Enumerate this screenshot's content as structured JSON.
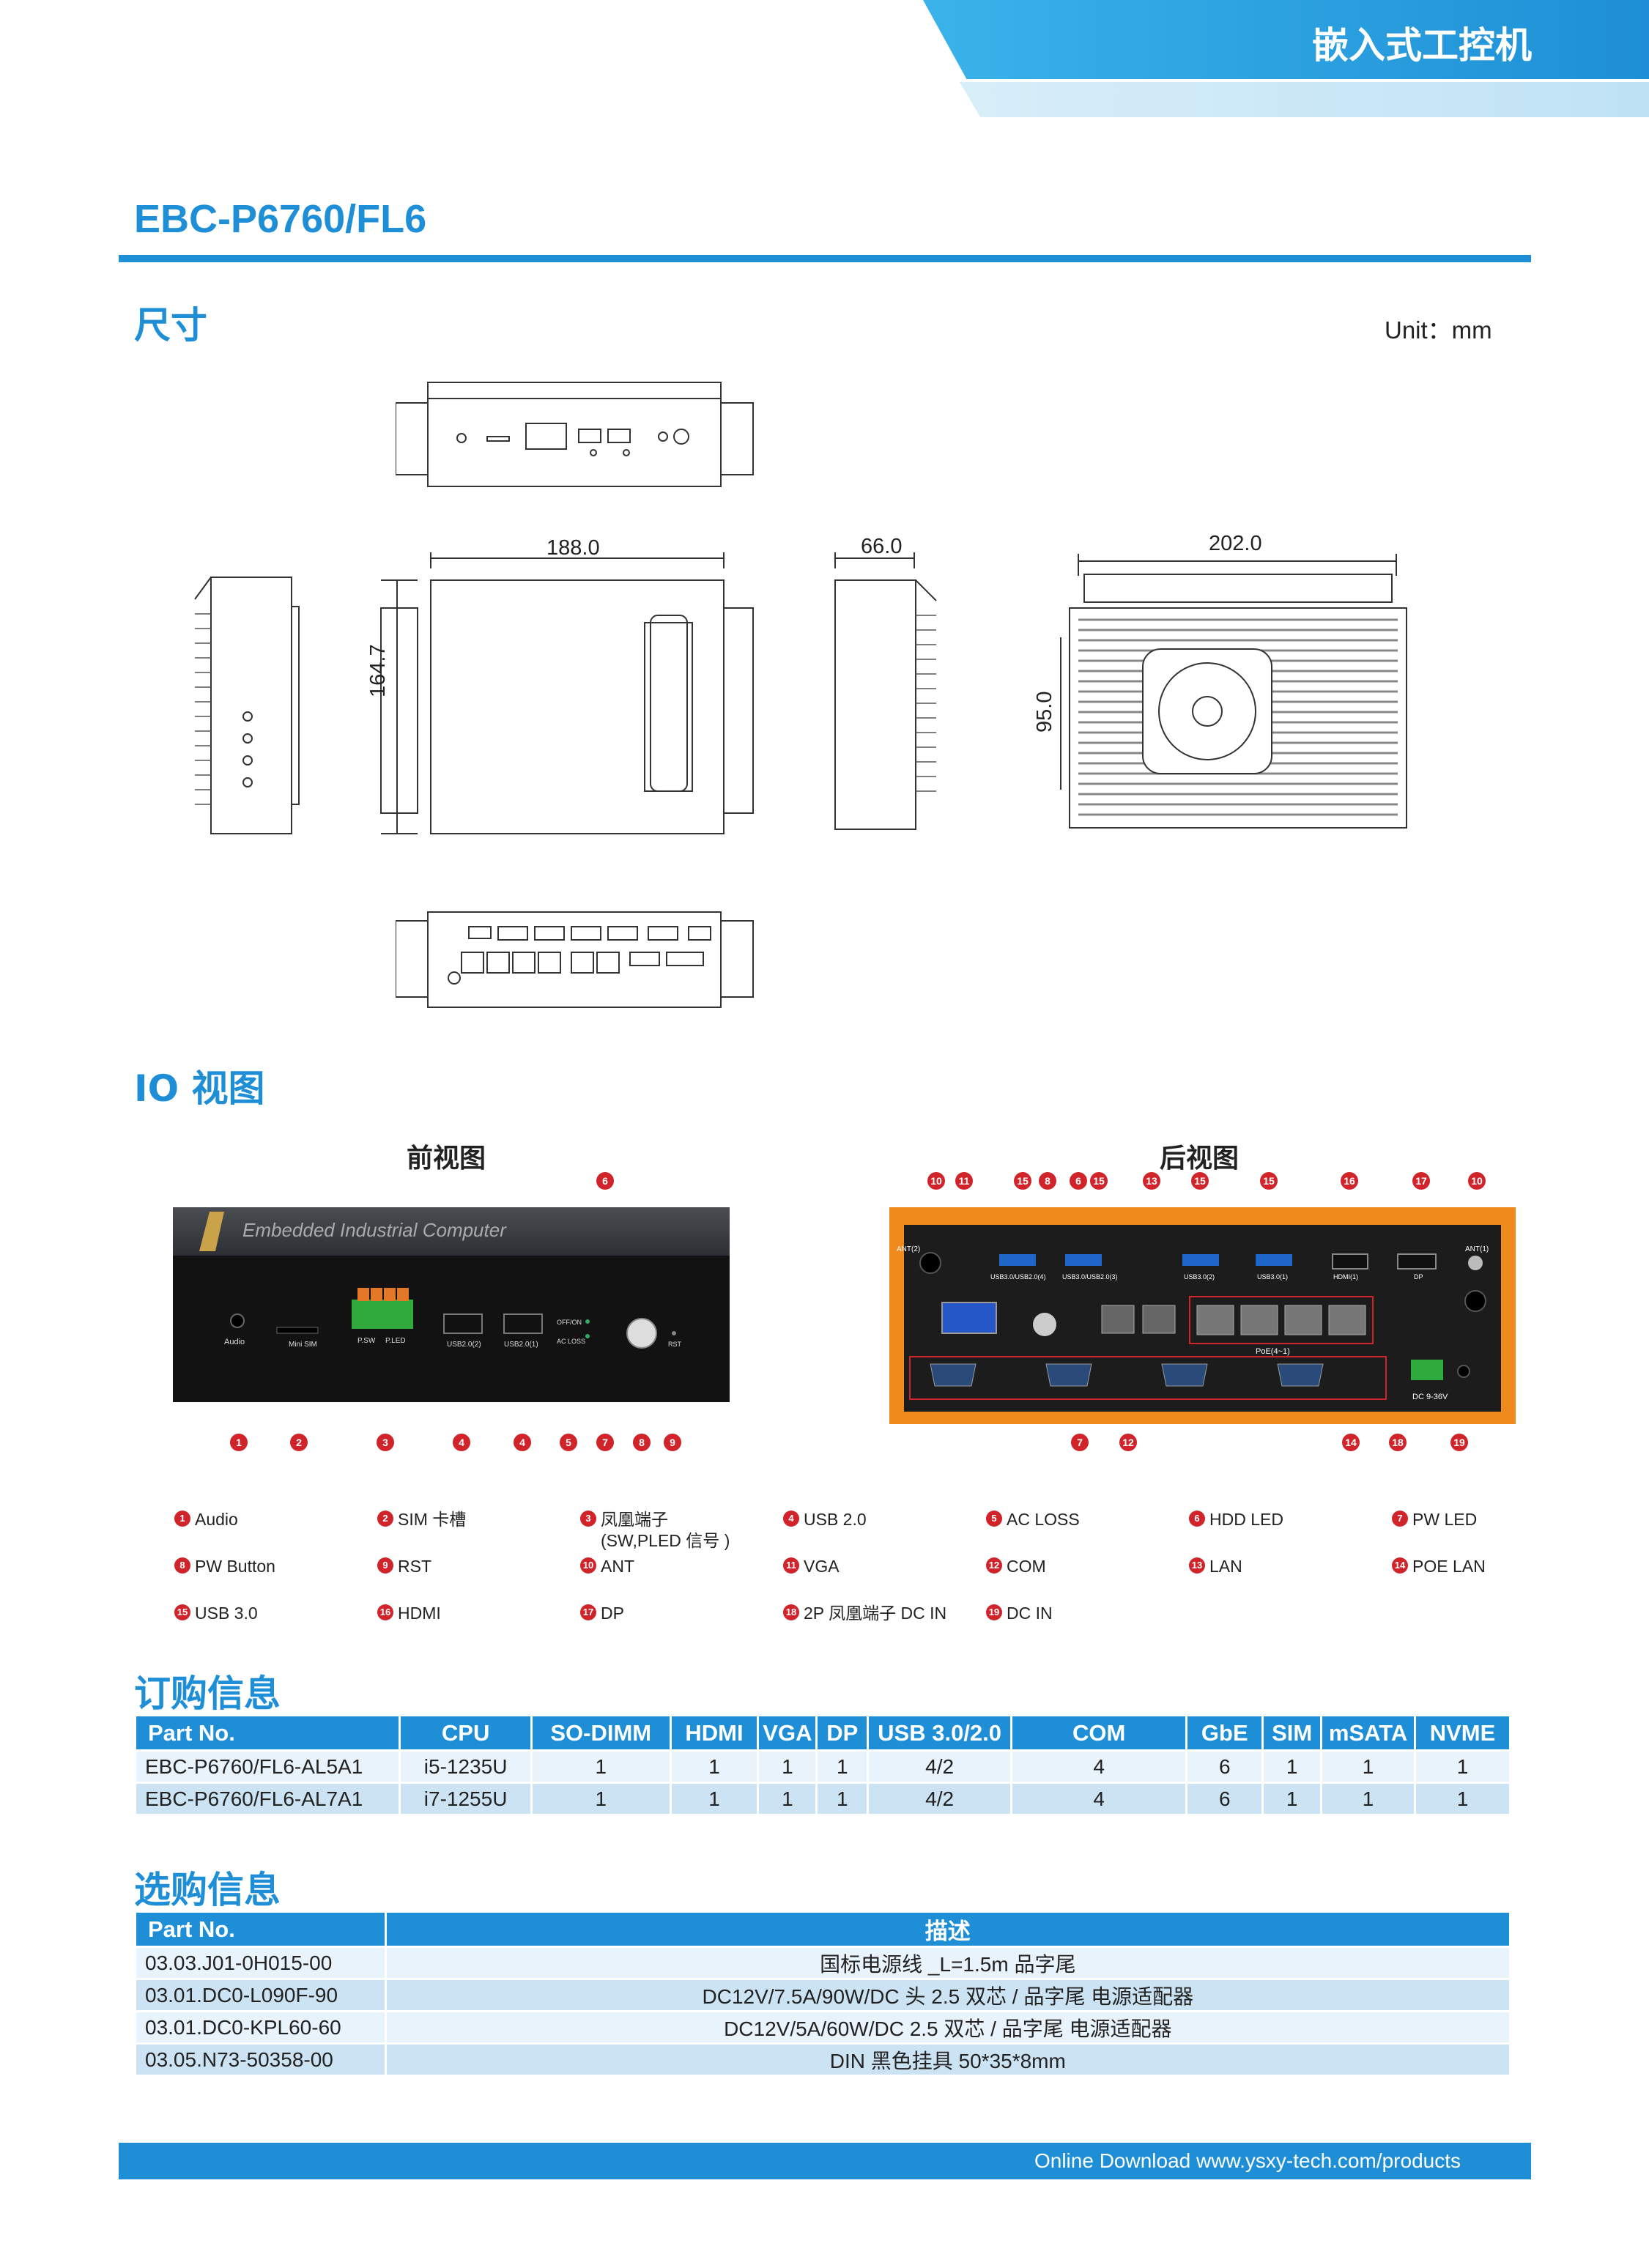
{
  "header": {
    "category": "嵌入式工控机"
  },
  "model": "EBC-P6760/FL6",
  "dimensions": {
    "section_title": "尺寸",
    "unit": "Unit：mm",
    "width": "188.0",
    "height": "164.7",
    "side": "66.0",
    "top_width": "202.0",
    "top_height": "95.0",
    "chassis_text": "Embedded Industrial Computer"
  },
  "io": {
    "section_title": "IO 视图",
    "front_label": "前视图",
    "rear_label": "后视图",
    "front_ports": [
      "Audio",
      "Mini SIM",
      "P.SW",
      "P.LED",
      "USB2.0(2)",
      "USB2.0(1)",
      "OFF/ON",
      "AC LOSS",
      "RST"
    ],
    "rear_ports": [
      "ANT(2)",
      "USB3.0/USB2.0(4)",
      "USB3.0/USB2.0(3)",
      "USB3.0(2)",
      "USB3.0(1)",
      "HDMI(1)",
      "DP",
      "ANT(1)",
      "PoE(4~1)",
      "DC 9-36V"
    ],
    "legend": [
      {
        "n": "1",
        "text": "Audio"
      },
      {
        "n": "2",
        "text": "SIM 卡槽"
      },
      {
        "n": "3",
        "text": "凤凰端子\n(SW,PLED 信号 )"
      },
      {
        "n": "4",
        "text": "USB 2.0"
      },
      {
        "n": "5",
        "text": "AC LOSS"
      },
      {
        "n": "6",
        "text": "HDD LED"
      },
      {
        "n": "7",
        "text": "PW LED"
      },
      {
        "n": "8",
        "text": "PW Button"
      },
      {
        "n": "9",
        "text": "RST"
      },
      {
        "n": "10",
        "text": "ANT"
      },
      {
        "n": "11",
        "text": "VGA"
      },
      {
        "n": "12",
        "text": "COM"
      },
      {
        "n": "13",
        "text": "LAN"
      },
      {
        "n": "14",
        "text": "POE LAN"
      },
      {
        "n": "15",
        "text": "USB 3.0"
      },
      {
        "n": "16",
        "text": "HDMI"
      },
      {
        "n": "17",
        "text": "DP"
      },
      {
        "n": "18",
        "text": "2P 凤凰端子 DC IN"
      },
      {
        "n": "19",
        "text": "DC IN"
      }
    ],
    "front_callouts": [
      "1",
      "2",
      "3",
      "4",
      "4",
      "5",
      "7",
      "8",
      "9"
    ],
    "front_top_callout": "6",
    "rear_top_callouts": [
      "10",
      "11",
      "15",
      "8",
      "6",
      "15",
      "13",
      "15",
      "15",
      "16",
      "17",
      "10"
    ],
    "rear_bottom_callouts": [
      "7",
      "12",
      "14",
      "18",
      "19"
    ]
  },
  "ordering": {
    "section_title": "订购信息",
    "headers": [
      "Part No.",
      "CPU",
      "SO-DIMM",
      "HDMI",
      "VGA",
      "DP",
      "USB 3.0/2.0",
      "COM",
      "GbE",
      "SIM",
      "mSATA",
      "NVME"
    ],
    "rows": [
      [
        "EBC-P6760/FL6-AL5A1",
        "i5-1235U",
        "1",
        "1",
        "1",
        "1",
        "4/2",
        "4",
        "6",
        "1",
        "1",
        "1"
      ],
      [
        "EBC-P6760/FL6-AL7A1",
        "i7-1255U",
        "1",
        "1",
        "1",
        "1",
        "4/2",
        "4",
        "6",
        "1",
        "1",
        "1"
      ]
    ]
  },
  "options": {
    "section_title": "选购信息",
    "headers": [
      "Part No.",
      "描述"
    ],
    "rows": [
      [
        "03.03.J01-0H015-00",
        "国标电源线 _L=1.5m 品字尾"
      ],
      [
        "03.01.DC0-L090F-90",
        "DC12V/7.5A/90W/DC 头 2.5 双芯 / 品字尾 电源适配器"
      ],
      [
        "03.01.DC0-KPL60-60",
        "DC12V/5A/60W/DC 2.5 双芯 / 品字尾 电源适配器"
      ],
      [
        "03.05.N73-50358-00",
        "DIN 黑色挂具 50*35*8mm"
      ]
    ]
  },
  "footer": {
    "text": "Online Download www.ysxy-tech.com/products"
  },
  "colors": {
    "brand": "#1e8fd6",
    "callout": "#d0232a",
    "row_light": "#e8f3fb",
    "row_dark": "#cce3f3",
    "rear_orange": "#f08a1c"
  }
}
